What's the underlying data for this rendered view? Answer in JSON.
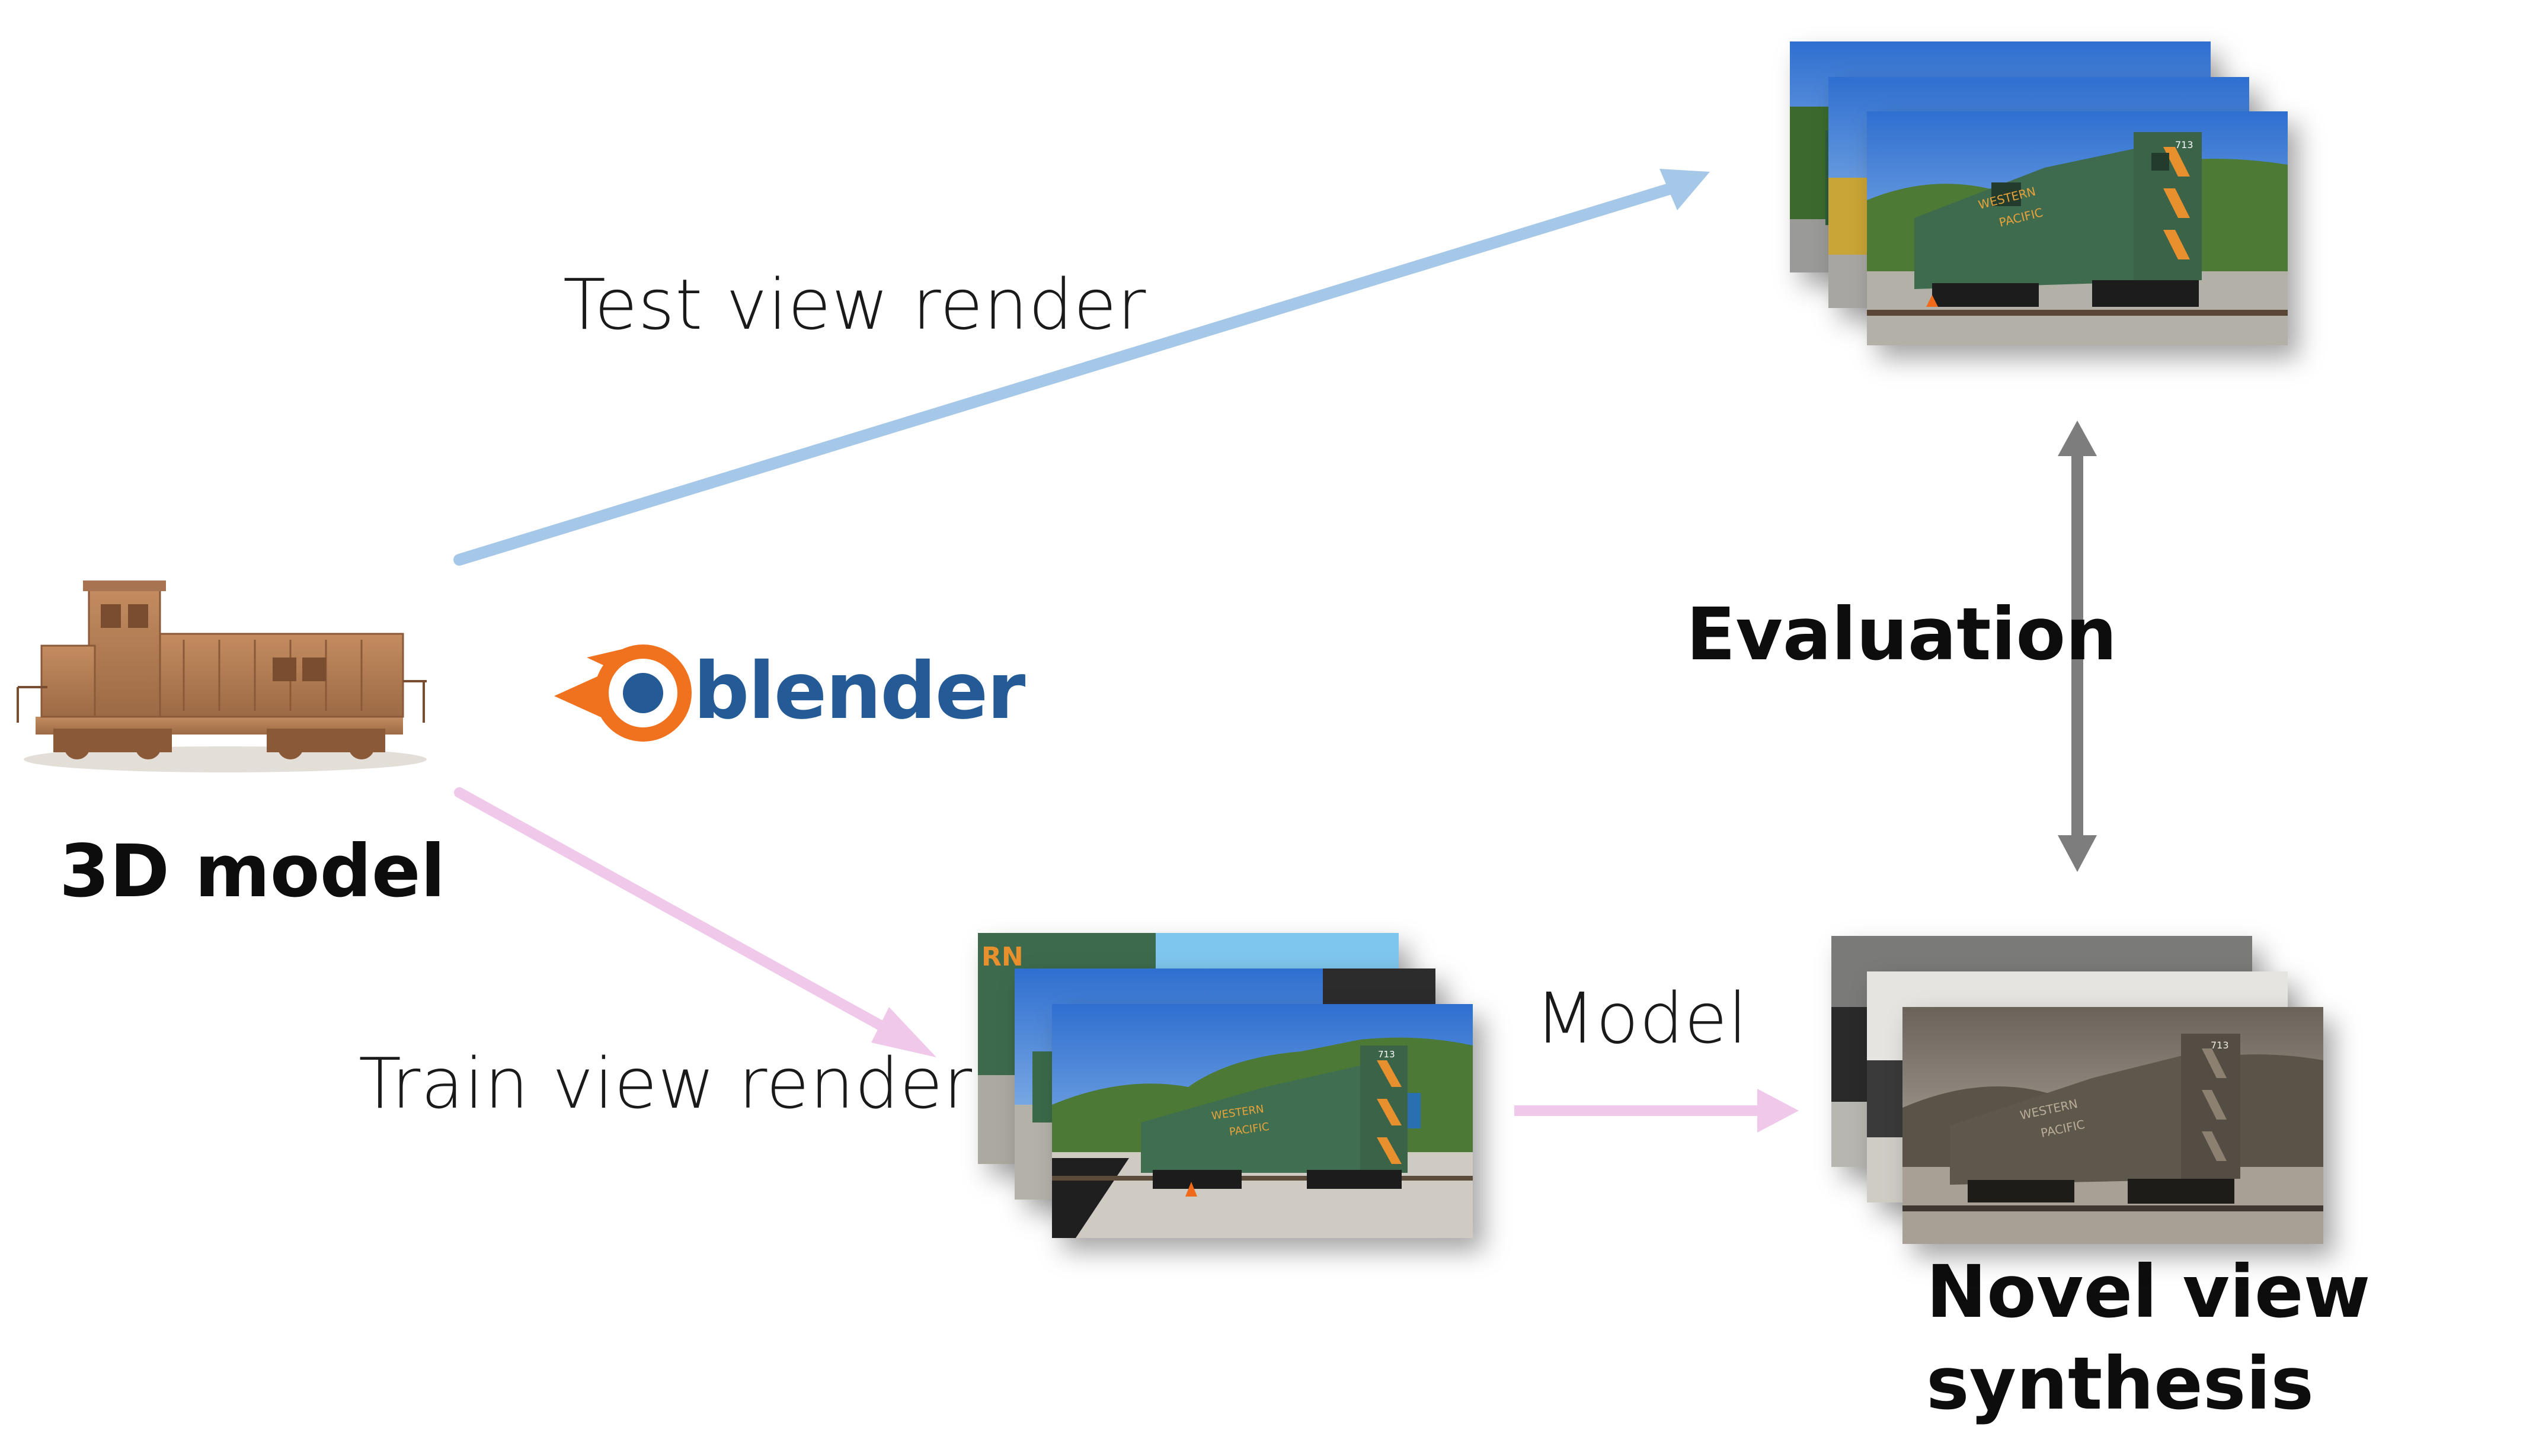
{
  "labels": {
    "test_view_render": "Test view render",
    "train_view_render": "Train view render",
    "model": "Model",
    "evaluation": "Evaluation",
    "model_3d": "3D model",
    "novel_view_line1": "Novel view",
    "novel_view_line2": "synthesis"
  },
  "logo": {
    "text": "blender",
    "colors": {
      "orange": "#f0721e",
      "blue": "#245a96"
    }
  },
  "train_text": {
    "western": "WESTERN",
    "pacific": "PACIFIC",
    "number": "713",
    "corner": "RN"
  },
  "colors": {
    "test_arrow": "#a6c8e8",
    "train_arrow": "#efc8ea",
    "eval_arrow": "#7d7d7d",
    "model_clay": "#b57e55"
  }
}
